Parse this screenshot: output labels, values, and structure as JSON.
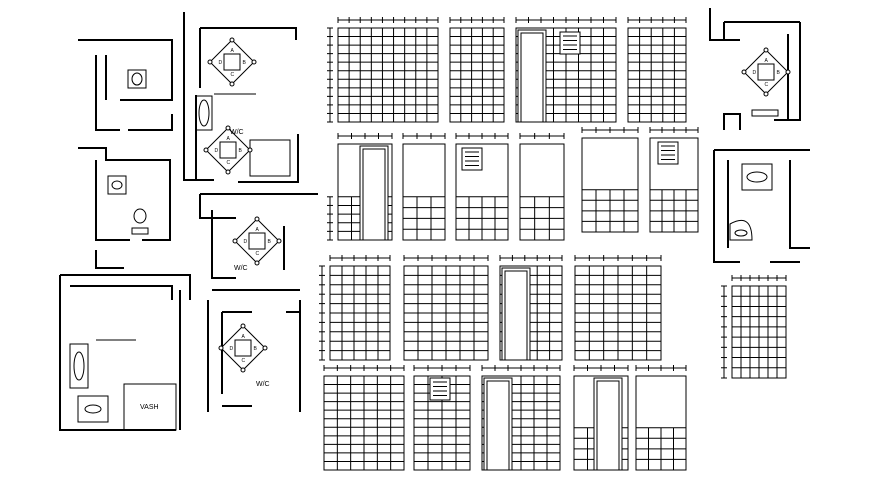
{
  "drawing": {
    "labels": {
      "wc": "W/C",
      "wash": "VASH",
      "door_letters": [
        "A",
        "B",
        "C",
        "D"
      ]
    },
    "colors": {
      "ink": "#000000",
      "paper": "#ffffff"
    }
  }
}
